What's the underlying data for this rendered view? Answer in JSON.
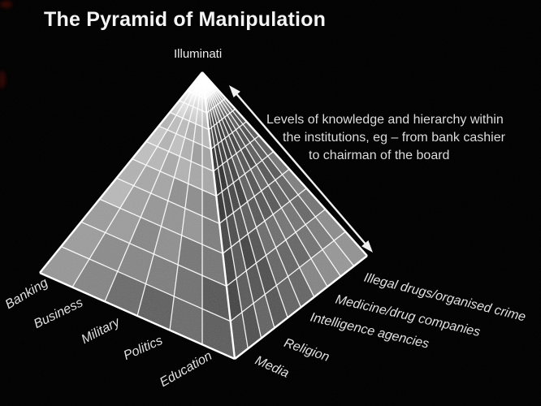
{
  "title": "The Pyramid of Manipulation",
  "apex_label": "Illuminati",
  "annotation": {
    "lines": [
      "Levels of knowledge and hierarchy within",
      "the institutions, eg – from bank cashier",
      "to chairman of the board"
    ]
  },
  "left_labels": [
    "Banking",
    "Business",
    "Military",
    "Politics",
    "Education"
  ],
  "right_labels": [
    "Media",
    "Religion",
    "Intelligence agencies",
    "Medicine/drug companies",
    "Illegal drugs/organised crime"
  ],
  "icons": {
    "levels_arrow": "double-headed-diagonal-arrow"
  },
  "colors": {
    "background": "#000000",
    "title_text": "#f4f4f4",
    "label_text": "#e0e0e0",
    "grid_line": "#ffffff",
    "arrow": "#efefef",
    "face_left_light": "#d0d0d0",
    "face_left_dark": "#4a4a4a",
    "face_right_dark": "#2f2f2f",
    "face_right_light": "#959595",
    "apex_glow": "#ffffff"
  }
}
